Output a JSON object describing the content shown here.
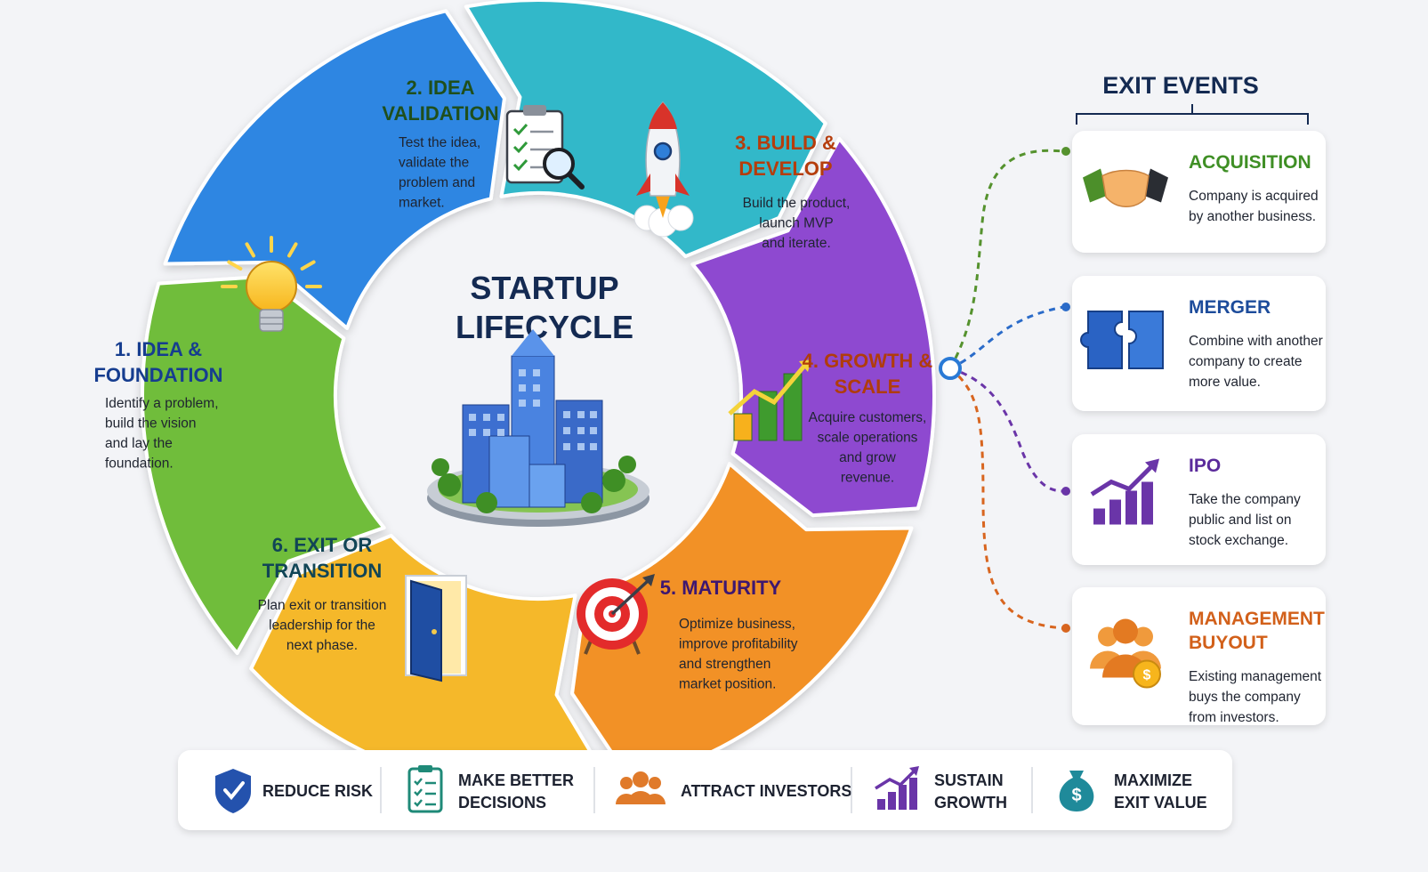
{
  "center": {
    "title_line1": "STARTUP",
    "title_line2": "LIFECYCLE",
    "illustration": "city-buildings-icon"
  },
  "stages": [
    {
      "title_lines": [
        "1. IDEA &",
        "FOUNDATION"
      ],
      "desc_lines": [
        "Identify a problem,",
        "build the vision",
        "and lay the",
        "foundation."
      ],
      "color": "#2f86e2",
      "title_color": "#163d8f",
      "icon": "light-bulb-icon"
    },
    {
      "title_lines": [
        "2. IDEA",
        "VALIDATION"
      ],
      "desc_lines": [
        "Test the idea,",
        "validate the",
        "problem and",
        "market."
      ],
      "color": "#6fbd3a",
      "title_color": "#1f4f1c",
      "icon": "clipboard-magnifier-icon"
    },
    {
      "title_lines": [
        "3. BUILD &",
        "DEVELOP"
      ],
      "desc_lines": [
        "Build the product,",
        "launch MVP",
        "and iterate."
      ],
      "color": "#f5b82a",
      "title_color": "#b53d0c",
      "icon": "rocket-icon"
    },
    {
      "title_lines": [
        "4. GROWTH &",
        "SCALE"
      ],
      "desc_lines": [
        "Acquire customers,",
        "scale operations",
        "and grow",
        "revenue."
      ],
      "color": "#f29126",
      "title_color": "#b03c0c",
      "icon": "growth-chart-icon"
    },
    {
      "title_lines": [
        "5. MATURITY"
      ],
      "desc_lines": [
        "Optimize business,",
        "improve profitability",
        "and strengthen",
        "market position."
      ],
      "color": "#8e4ad0",
      "title_color": "#3e1770",
      "icon": "target-icon"
    },
    {
      "title_lines": [
        "6. EXIT OR",
        "TRANSITION"
      ],
      "desc_lines": [
        "Plan exit or transition",
        "leadership for the",
        "next phase."
      ],
      "color": "#33b8c9",
      "title_color": "#114556",
      "icon": "open-door-icon"
    }
  ],
  "exit_events": {
    "heading": "EXIT EVENTS",
    "items": [
      {
        "title_lines": [
          "ACQUISITION"
        ],
        "desc_lines": [
          "Company is acquired",
          "by another business."
        ],
        "title_color": "#3f8f25",
        "line_color": "#55922e",
        "icon": "handshake-icon"
      },
      {
        "title_lines": [
          "MERGER"
        ],
        "desc_lines": [
          "Combine with another",
          "company to create",
          "more value."
        ],
        "title_color": "#1d4c9b",
        "line_color": "#2a6bc9",
        "icon": "puzzle-icon"
      },
      {
        "title_lines": [
          "IPO"
        ],
        "desc_lines": [
          "Take the company",
          "public and list on",
          "stock exchange."
        ],
        "title_color": "#5a2a9b",
        "line_color": "#6a35a8",
        "icon": "bar-chart-up-icon"
      },
      {
        "title_lines": [
          "MANAGEMENT",
          "BUYOUT"
        ],
        "desc_lines": [
          "Existing management",
          "buys the company",
          "from investors."
        ],
        "title_color": "#d2601a",
        "line_color": "#d8651f",
        "icon": "team-dollar-icon"
      }
    ]
  },
  "benefits": [
    {
      "label_lines": [
        "REDUCE RISK"
      ],
      "icon": "shield-check-icon",
      "color": "#2452ad"
    },
    {
      "label_lines": [
        "MAKE BETTER",
        "DECISIONS"
      ],
      "icon": "checklist-icon",
      "color": "#1f8a78"
    },
    {
      "label_lines": [
        "ATTRACT INVESTORS"
      ],
      "icon": "people-group-icon",
      "color": "#e07a2a"
    },
    {
      "label_lines": [
        "SUSTAIN",
        "GROWTH"
      ],
      "icon": "growth-bars-icon",
      "color": "#6a35a8"
    },
    {
      "label_lines": [
        "MAXIMIZE",
        "EXIT VALUE"
      ],
      "icon": "money-bag-icon",
      "color": "#1f8a9a"
    }
  ]
}
